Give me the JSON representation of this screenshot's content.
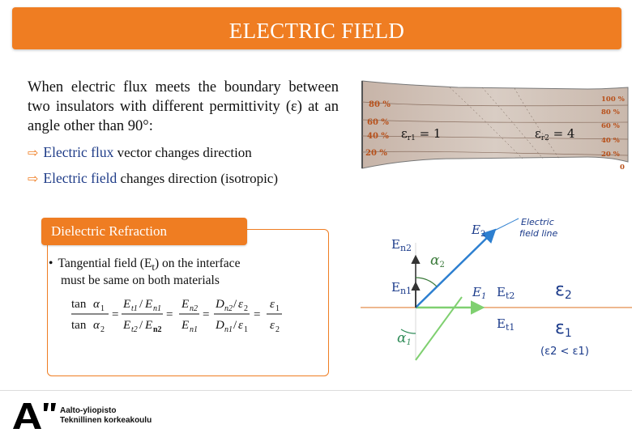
{
  "title": "ELECTRIC FIELD",
  "intro": "When electric flux meets the boundary between two insulators with different permittivity (ε) at an angle other than 90°:",
  "bullets": [
    {
      "highlight": "Electric flux",
      "rest": " vector changes direction"
    },
    {
      "highlight": "Electric field",
      "rest": " changes direction (isotropic)"
    }
  ],
  "box": {
    "title": "Dielectric Refraction",
    "line1": "Tangential field (E",
    "line1_sub": "t",
    "line1_end": ") on the interface",
    "line2": "must be same on both materials"
  },
  "top_figure": {
    "left_labels": [
      "80 %",
      "60 %",
      "40 %",
      "20 %"
    ],
    "right_labels": [
      "100 %",
      "80 %",
      "60 %",
      "40 %",
      "20 %",
      "0"
    ],
    "eps_r1": "εr1 = 1",
    "eps_r2": "εr2 = 4",
    "eps_r1_base": "ε",
    "eps_r1_sub": "r1",
    "eps_r1_val": " = 1",
    "eps_r2_base": "ε",
    "eps_r2_sub": "r2",
    "eps_r2_val": " = 4"
  },
  "bottom_figure": {
    "field_line_label_1": "Electric",
    "field_line_label_2": "field line",
    "E2": "E",
    "E2_sub": "2",
    "E1": "E",
    "E1_sub": "1",
    "En2": "E",
    "En2_sub": "n2",
    "En1": "E",
    "En1_sub": "n1",
    "Et2": "E",
    "Et2_sub": "t2",
    "Et1": "E",
    "Et1_sub": "t1",
    "alpha2": "α",
    "alpha2_sub": "2",
    "alpha1": "α",
    "alpha1_sub": "1",
    "eps2": "ε",
    "eps2_sub": "2",
    "eps1": "ε",
    "eps1_sub": "1",
    "relation": "(ε2 < ε1)",
    "colors": {
      "interface": "#e8a06a",
      "vector_e": "#2d7fd0",
      "tangential": "#7fd070",
      "normal": "#333333",
      "alpha1": "#2e8b57",
      "alpha2": "#3a7a3a",
      "text": "#1a3a8a",
      "title_bg": "#ef7d22"
    }
  },
  "logo": {
    "line1": "Aalto-yliopisto",
    "line2": "Teknillinen korkeakoulu",
    "mark": "A”"
  }
}
